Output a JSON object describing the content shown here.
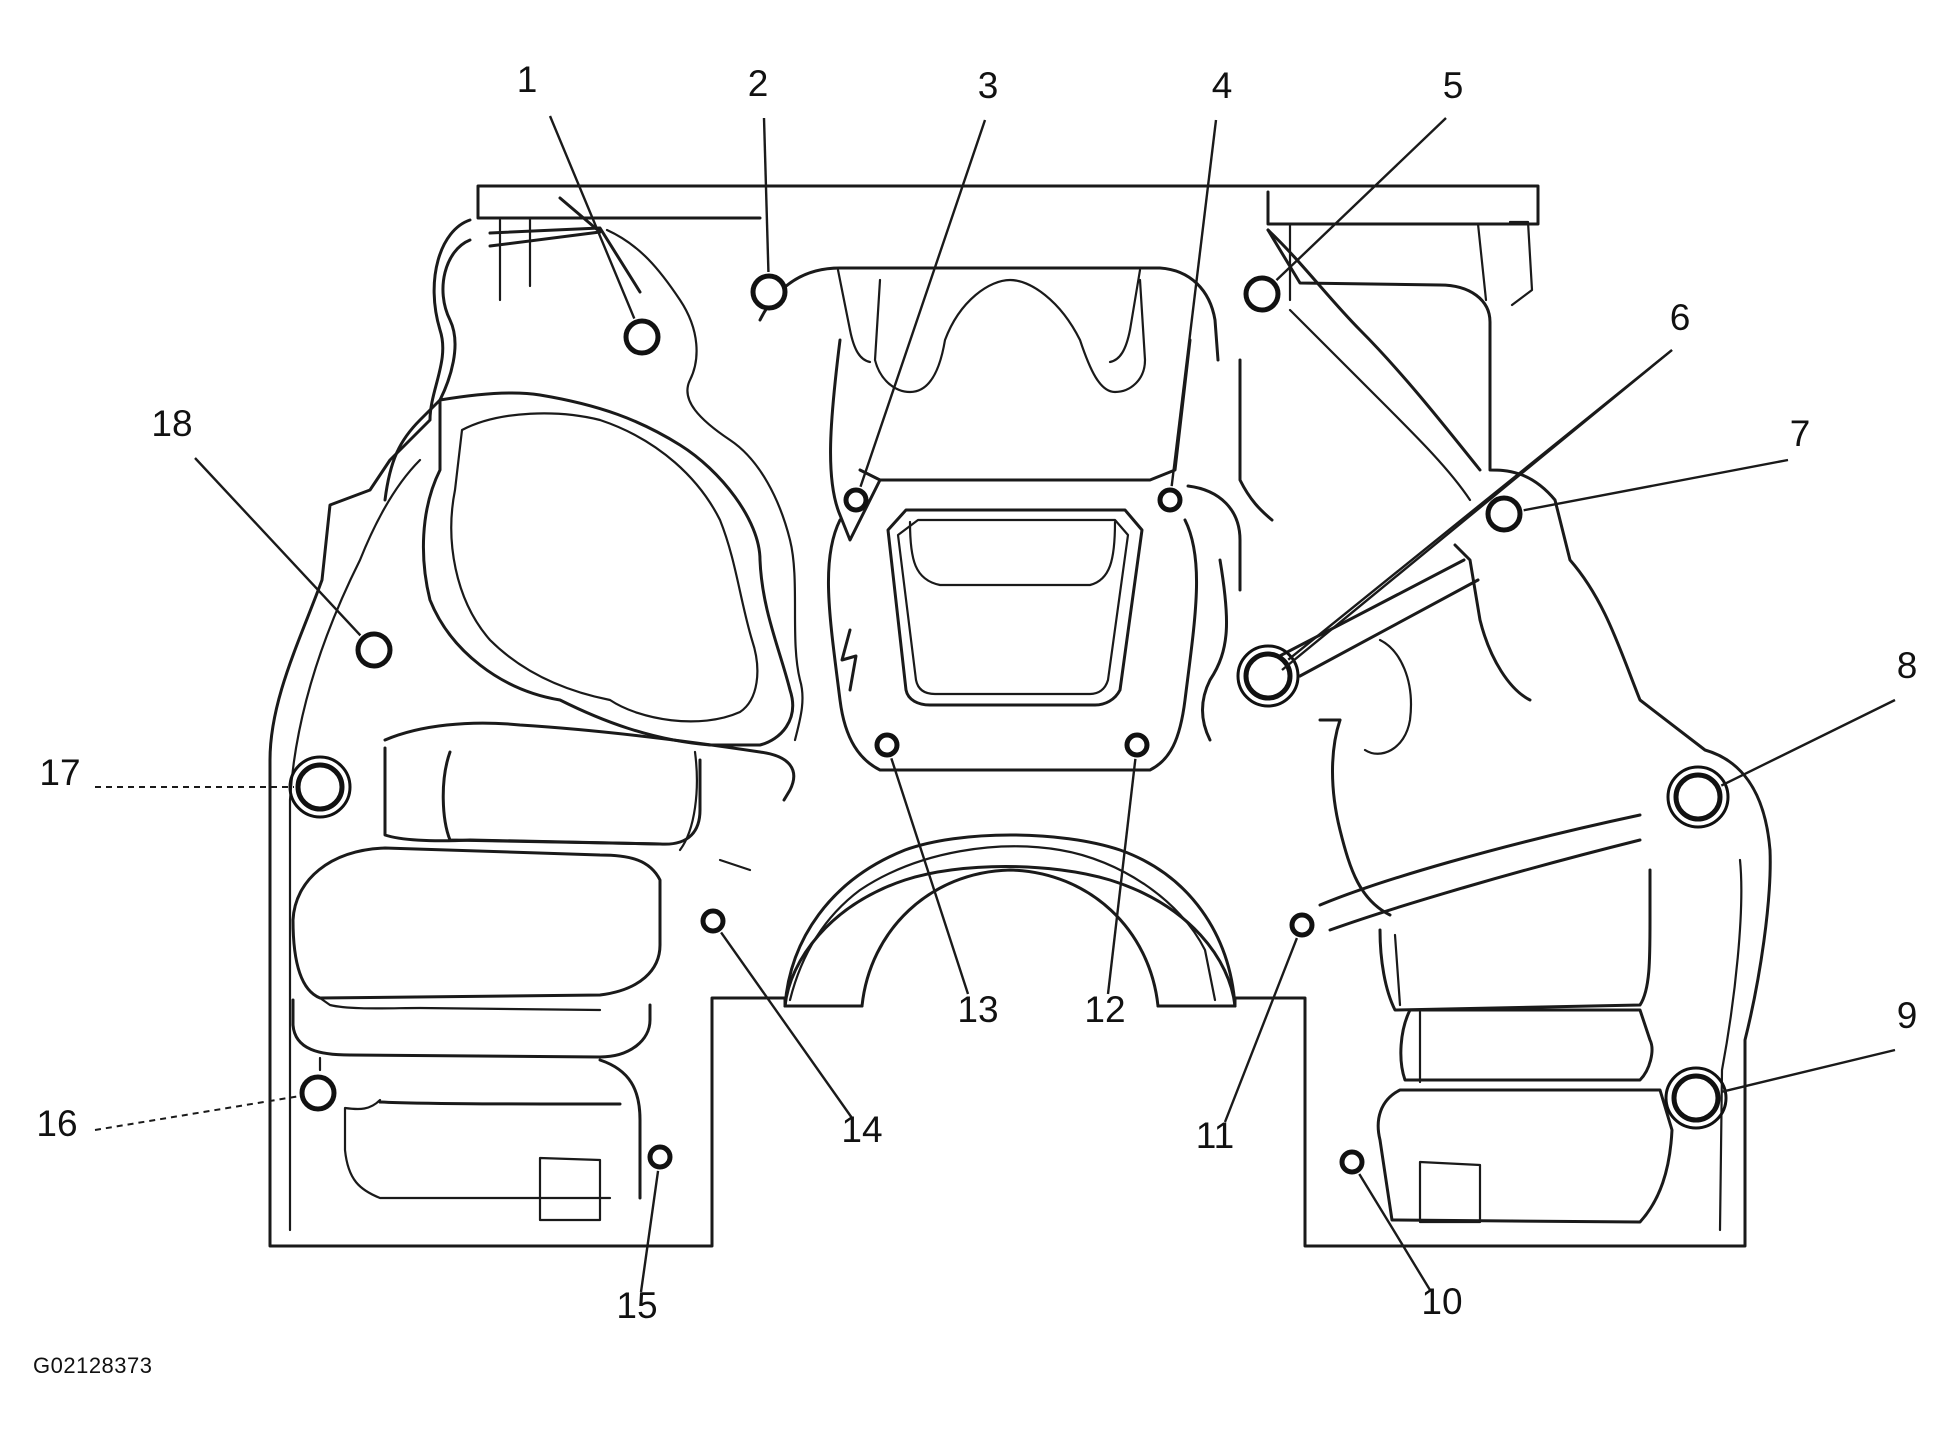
{
  "figure_code": "G02128373",
  "callouts": [
    {
      "n": "1",
      "bolt": [
        642,
        337
      ],
      "size": "med",
      "label": [
        527,
        92
      ],
      "leader_from": [
        550,
        116
      ]
    },
    {
      "n": "2",
      "bolt": [
        769,
        292
      ],
      "size": "med",
      "label": [
        758,
        96
      ],
      "leader_from": [
        764,
        118
      ]
    },
    {
      "n": "3",
      "bolt": [
        856,
        500
      ],
      "size": "small",
      "label": [
        988,
        98
      ],
      "leader_from": [
        985,
        120
      ]
    },
    {
      "n": "4",
      "bolt": [
        1170,
        500
      ],
      "size": "small",
      "label": [
        1222,
        98
      ],
      "leader_from": [
        1216,
        120
      ]
    },
    {
      "n": "5",
      "bolt": [
        1262,
        294
      ],
      "size": "med",
      "label": [
        1453,
        98
      ],
      "leader_from": [
        1446,
        118
      ]
    },
    {
      "n": "6",
      "bolt": [
        1268,
        676
      ],
      "size": "large",
      "label": [
        1680,
        330
      ],
      "leader_from": [
        1672,
        350
      ]
    },
    {
      "n": "7",
      "bolt": [
        1504,
        514
      ],
      "size": "med",
      "label": [
        1800,
        446
      ],
      "leader_from": [
        1788,
        460
      ]
    },
    {
      "n": "8",
      "bolt": [
        1698,
        797
      ],
      "size": "large",
      "label": [
        1907,
        678
      ],
      "leader_from": [
        1895,
        700
      ]
    },
    {
      "n": "9",
      "bolt": [
        1696,
        1098
      ],
      "size": "large",
      "label": [
        1907,
        1028
      ],
      "leader_from": [
        1895,
        1050
      ]
    },
    {
      "n": "10",
      "bolt": [
        1352,
        1162
      ],
      "size": "small",
      "label": [
        1442,
        1314
      ],
      "leader_from": [
        1430,
        1290
      ]
    },
    {
      "n": "11",
      "bolt": [
        1302,
        925
      ],
      "size": "small",
      "label": [
        1215,
        1148
      ],
      "leader_from": [
        1225,
        1122
      ]
    },
    {
      "n": "12",
      "bolt": [
        1137,
        745
      ],
      "size": "small",
      "label": [
        1105,
        1022
      ],
      "leader_from": [
        1108,
        994
      ]
    },
    {
      "n": "13",
      "bolt": [
        887,
        745
      ],
      "size": "small",
      "label": [
        978,
        1022
      ],
      "leader_from": [
        968,
        994
      ]
    },
    {
      "n": "14",
      "bolt": [
        713,
        921
      ],
      "size": "small",
      "label": [
        862,
        1142
      ],
      "leader_from": [
        852,
        1118
      ]
    },
    {
      "n": "15",
      "bolt": [
        660,
        1157
      ],
      "size": "small",
      "label": [
        637,
        1318
      ],
      "leader_from": [
        641,
        1292
      ]
    },
    {
      "n": "16",
      "bolt": [
        318,
        1093
      ],
      "size": "med",
      "label": [
        57,
        1136
      ],
      "leader_from": [
        95,
        1130
      ]
    },
    {
      "n": "17",
      "bolt": [
        320,
        787
      ],
      "size": "large",
      "label": [
        60,
        785
      ],
      "leader_from": [
        95,
        787
      ]
    },
    {
      "n": "18",
      "bolt": [
        374,
        650
      ],
      "size": "med",
      "label": [
        172,
        436
      ],
      "leader_from": [
        195,
        458
      ]
    }
  ]
}
